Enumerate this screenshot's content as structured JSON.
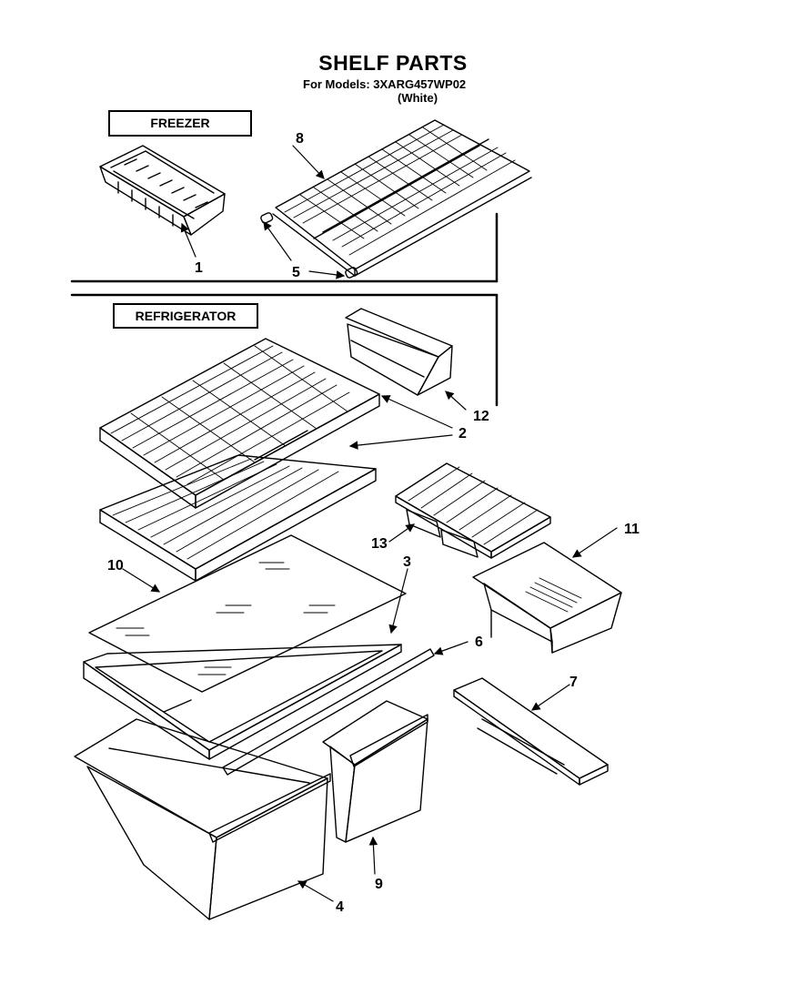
{
  "header": {
    "title": "SHELF PARTS",
    "subtitle": "For Models: 3XARG457WP02",
    "variant": "(White)"
  },
  "sections": {
    "freezer": "FREEZER",
    "refrigerator": "REFRIGERATOR"
  },
  "callouts": [
    "1",
    "2",
    "3",
    "4",
    "5",
    "6",
    "7",
    "8",
    "9",
    "10",
    "11",
    "12",
    "13"
  ],
  "colors": {
    "ink": "#000000",
    "paper": "#ffffff"
  }
}
